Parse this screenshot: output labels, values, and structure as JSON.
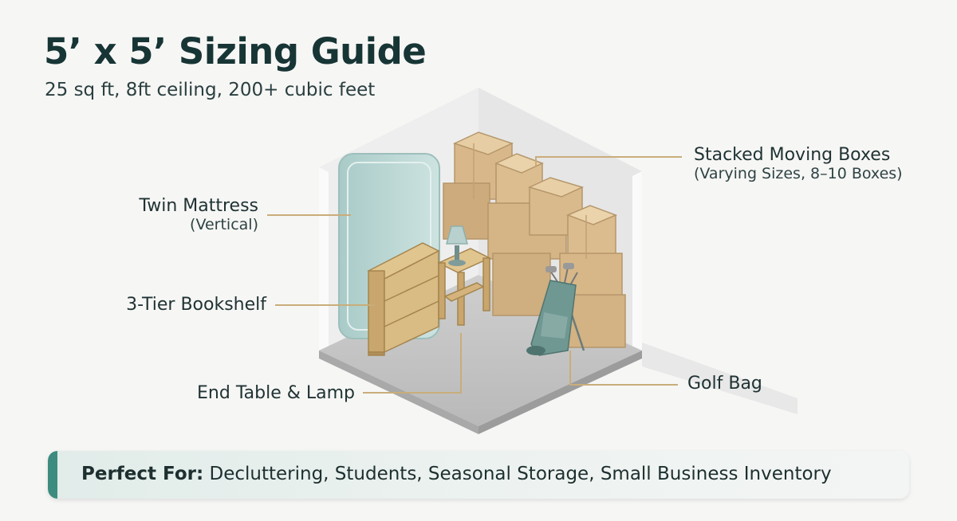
{
  "header": {
    "title": "5’ x 5’ Sizing Guide",
    "subtitle": "25 sq ft, 8ft ceiling, 200+ cubic feet"
  },
  "labels": {
    "mattress": "Twin Mattress",
    "mattress_sub": "(Vertical)",
    "bookshelf": "3-Tier Bookshelf",
    "end_table": "End Table & Lamp",
    "boxes": "Stacked Moving Boxes",
    "boxes_sub": "(Varying Sizes, 8–10 Boxes)",
    "golf": "Golf Bag"
  },
  "banner": {
    "lead": "Perfect For:",
    "text": " Decluttering, Students, Seasonal Storage, Small Business Inventory"
  },
  "colors": {
    "title": "#173535",
    "accent": "#3e8b80",
    "leader": "#c9ad7a",
    "box": "#d8b88a",
    "mattress": "#b9d6d3",
    "golf_bag": "#6f9893"
  }
}
